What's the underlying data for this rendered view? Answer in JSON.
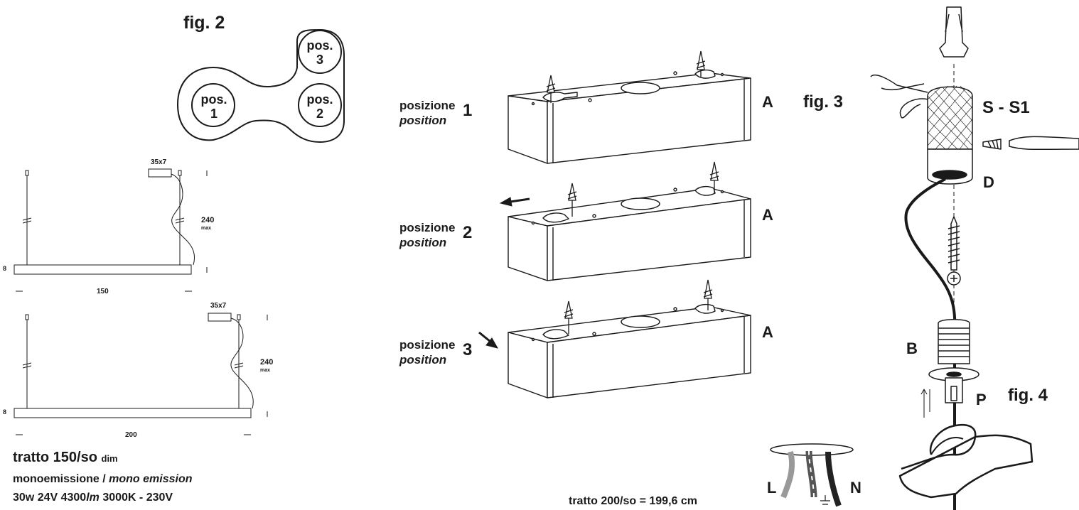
{
  "fig2": {
    "title": "fig. 2",
    "pos1": {
      "line1": "pos.",
      "line2": "1"
    },
    "pos2": {
      "line1": "pos.",
      "line2": "2"
    },
    "pos3": {
      "line1": "pos.",
      "line2": "3"
    }
  },
  "dim150": {
    "box": "35x7",
    "height": "240",
    "height_unit": "max",
    "thickness": "8",
    "length": "150"
  },
  "dim200": {
    "box": "35x7",
    "height": "240",
    "height_unit": "max",
    "thickness": "8",
    "length": "200"
  },
  "spec": {
    "model": "tratto 150/so",
    "model_suffix": "dim",
    "emission_it": "monoemissione /",
    "emission_en": "mono emission",
    "power_pre": "30w 24V 4300",
    "power_lm": "lm",
    "power_post": " 3000K - 230V"
  },
  "fig3": {
    "title": "fig. 3",
    "positions": [
      {
        "it": "posizione",
        "en": "position",
        "num": "1",
        "ref": "A"
      },
      {
        "it": "posizione",
        "en": "position",
        "num": "2",
        "ref": "A"
      },
      {
        "it": "posizione",
        "en": "position",
        "num": "3",
        "ref": "A"
      }
    ],
    "footer": "tratto 200/so = 199,6 cm"
  },
  "fig4": {
    "title": "fig. 4",
    "labels": {
      "s": "S - S1",
      "d": "D",
      "b": "B",
      "p": "P",
      "l": "L",
      "n": "N"
    }
  }
}
